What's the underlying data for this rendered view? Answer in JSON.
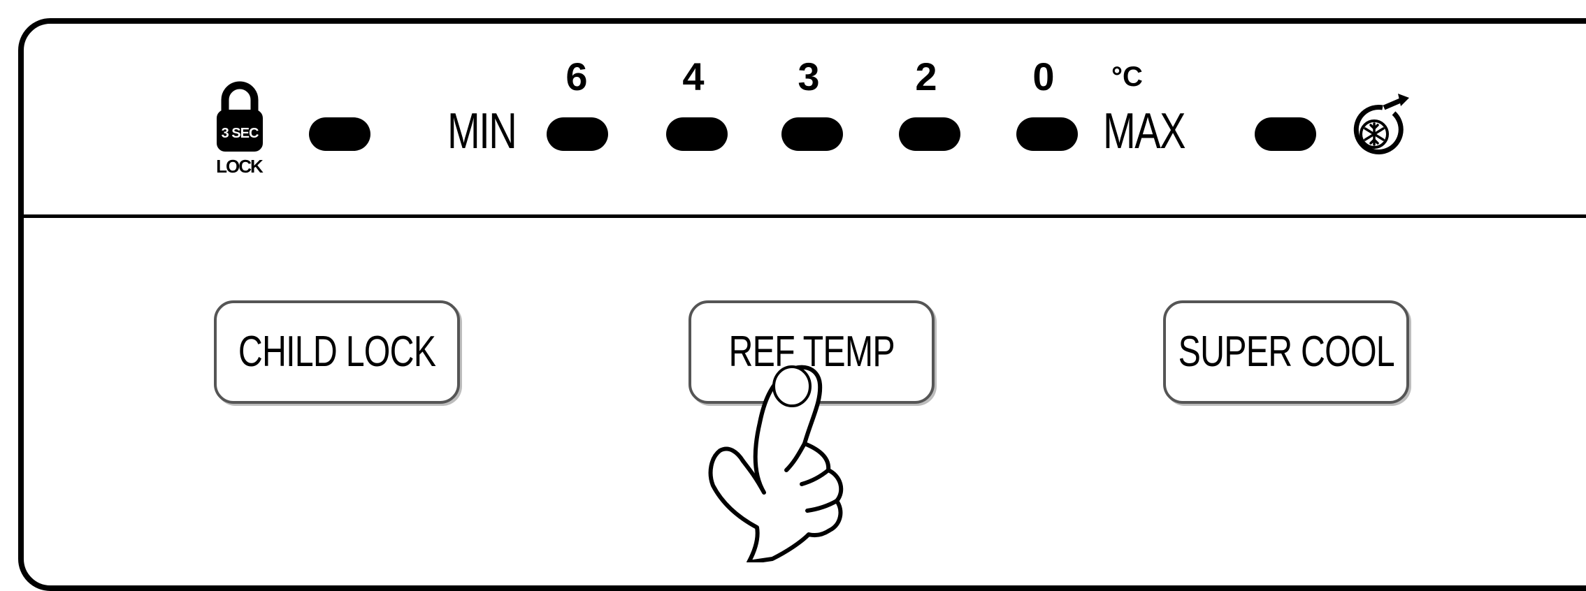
{
  "panel": {
    "lock_indicator": {
      "badge_text": "3 SEC",
      "label": "LOCK",
      "icon": "padlock-icon"
    },
    "temperature_scale": {
      "min_label": "MIN",
      "max_label": "MAX",
      "unit": "°C",
      "levels": [
        "6",
        "4",
        "3",
        "2",
        "0"
      ]
    },
    "super_cool_indicator": {
      "icon": "super-cool-snowflake-icon"
    }
  },
  "buttons": {
    "child_lock": "CHILD LOCK",
    "ref_temp": "REF TEMP",
    "super_cool": "SUPER COOL"
  },
  "pointer": {
    "icon": "pressing-hand-icon"
  }
}
